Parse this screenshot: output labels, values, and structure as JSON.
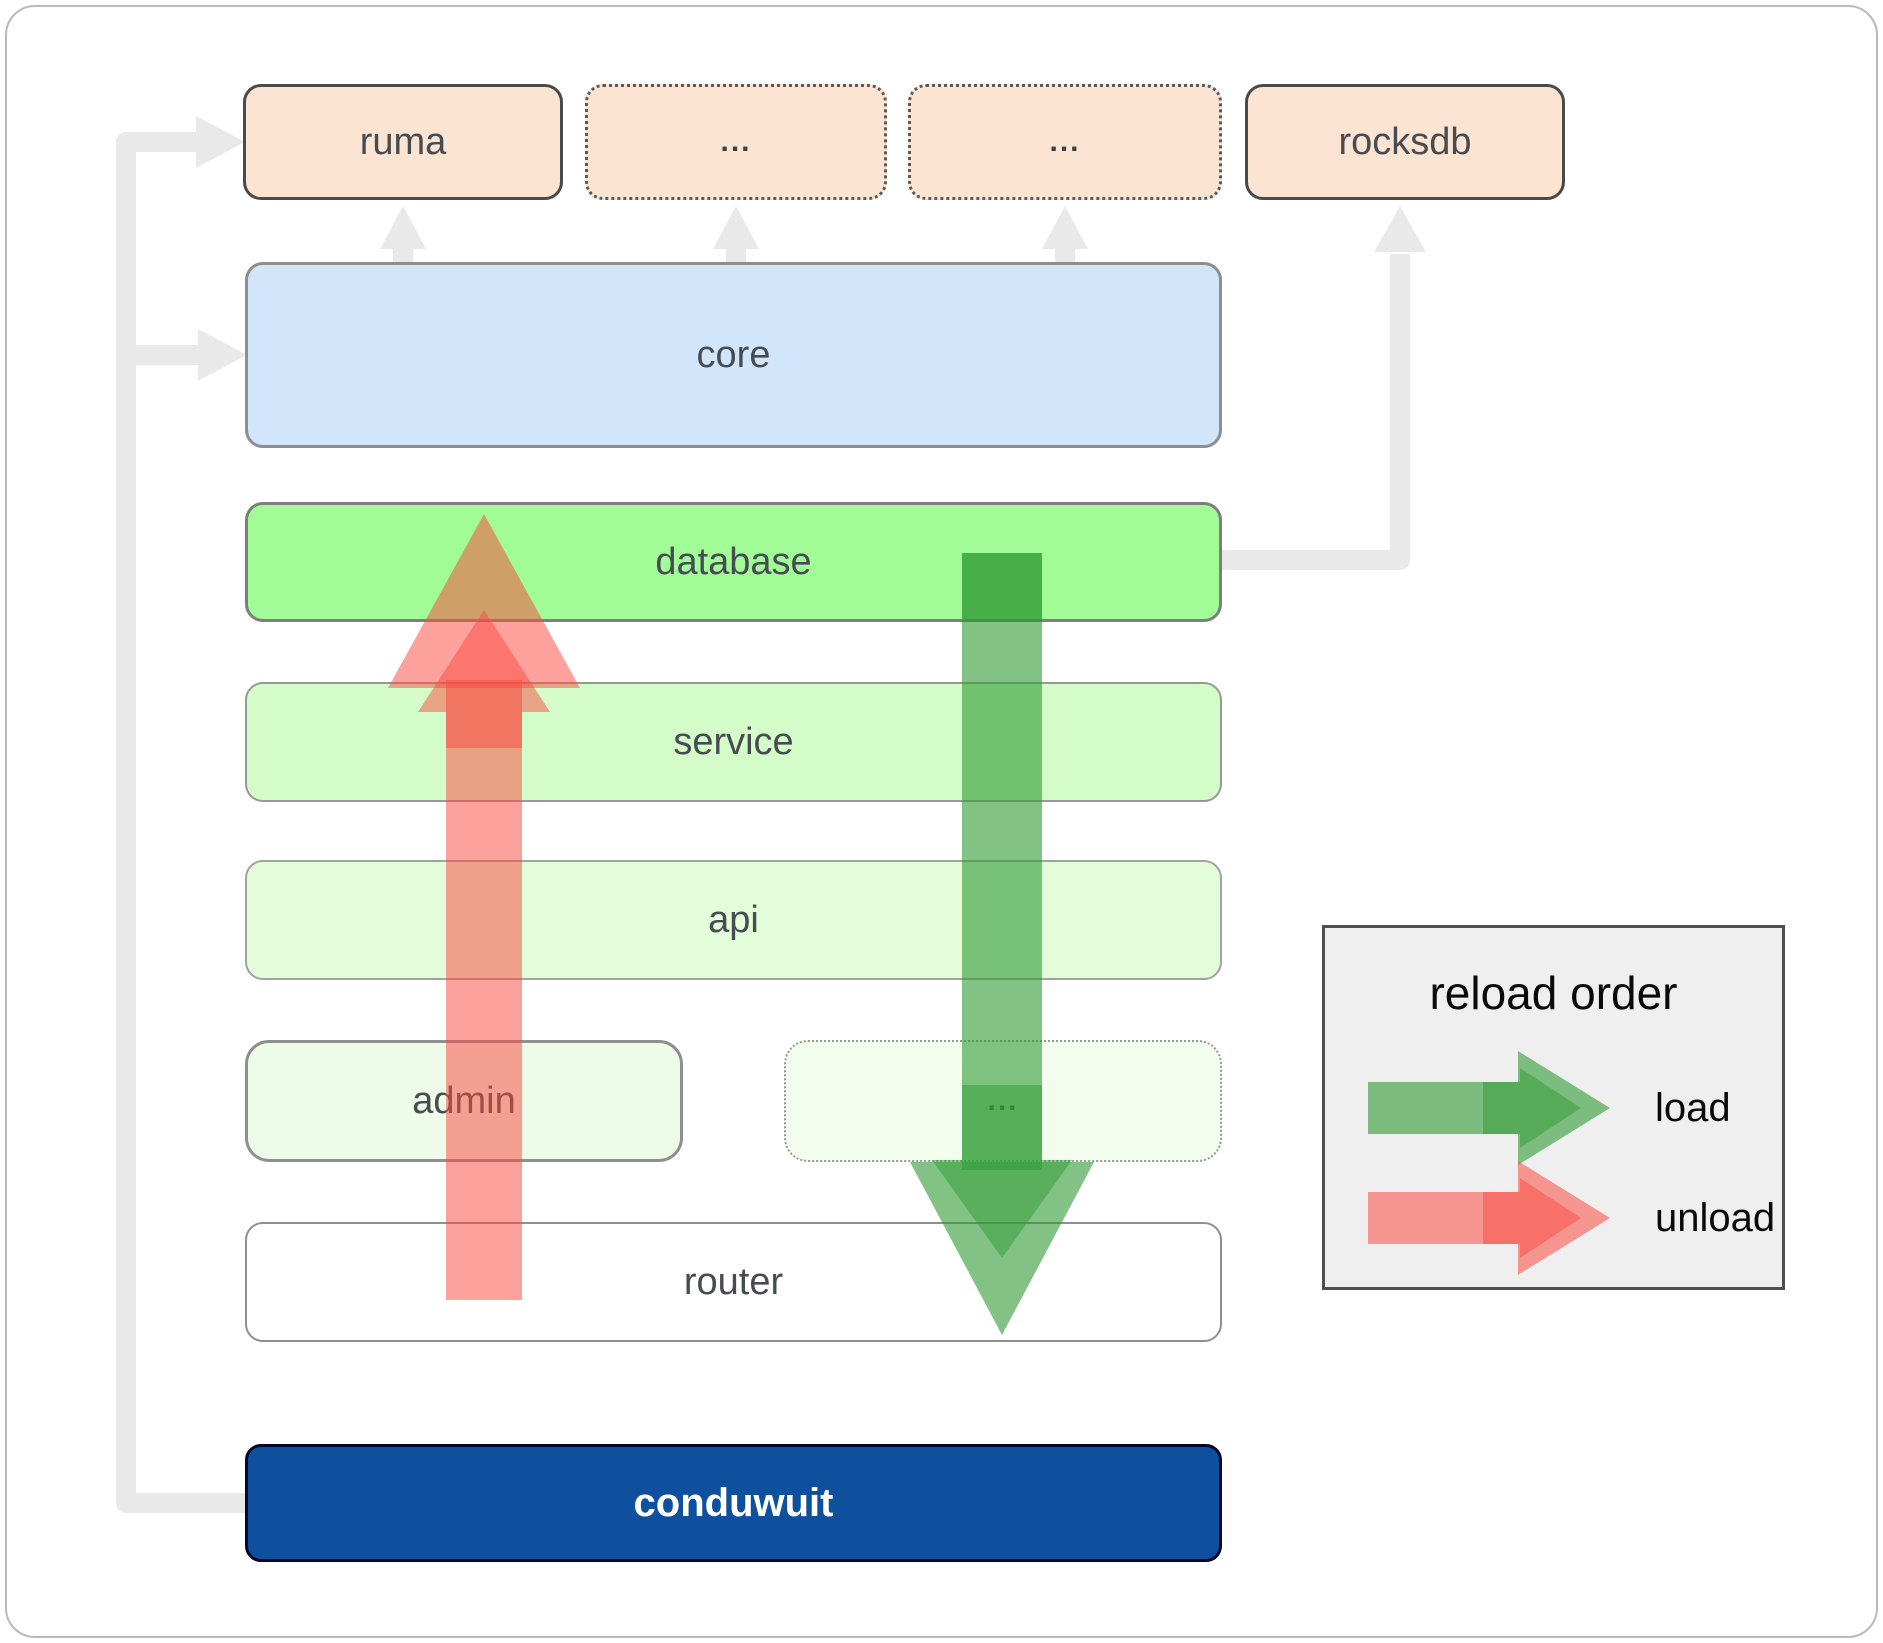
{
  "boxes": {
    "ruma": {
      "label": "ruma"
    },
    "ellipsis1": {
      "label": "..."
    },
    "ellipsis2": {
      "label": "..."
    },
    "rocksdb": {
      "label": "rocksdb"
    },
    "core": {
      "label": "core"
    },
    "database": {
      "label": "database"
    },
    "service": {
      "label": "service"
    },
    "api": {
      "label": "api"
    },
    "admin": {
      "label": "admin"
    },
    "ellipsis3": {
      "label": "..."
    },
    "router": {
      "label": "router"
    },
    "conduwuit": {
      "label": "conduwuit"
    }
  },
  "legend": {
    "title": "reload order",
    "load_label": "load",
    "unload_label": "unload"
  },
  "colors": {
    "connector": "#e9e9e9",
    "load_arrow": "#2f9b33",
    "unload_arrow": "#fa4b41",
    "peach_bg": "#fce4d3",
    "core_bg": "#d2e6fb",
    "database_bg": "#a1fb97",
    "service_bg": "#d4fcc9",
    "api_bg": "#e3fcda",
    "admin_bg": "#eefbe8",
    "router_bg": "#ffffff",
    "conduwuit_bg": "#0e4f9e",
    "legend_bg": "#efefef"
  }
}
